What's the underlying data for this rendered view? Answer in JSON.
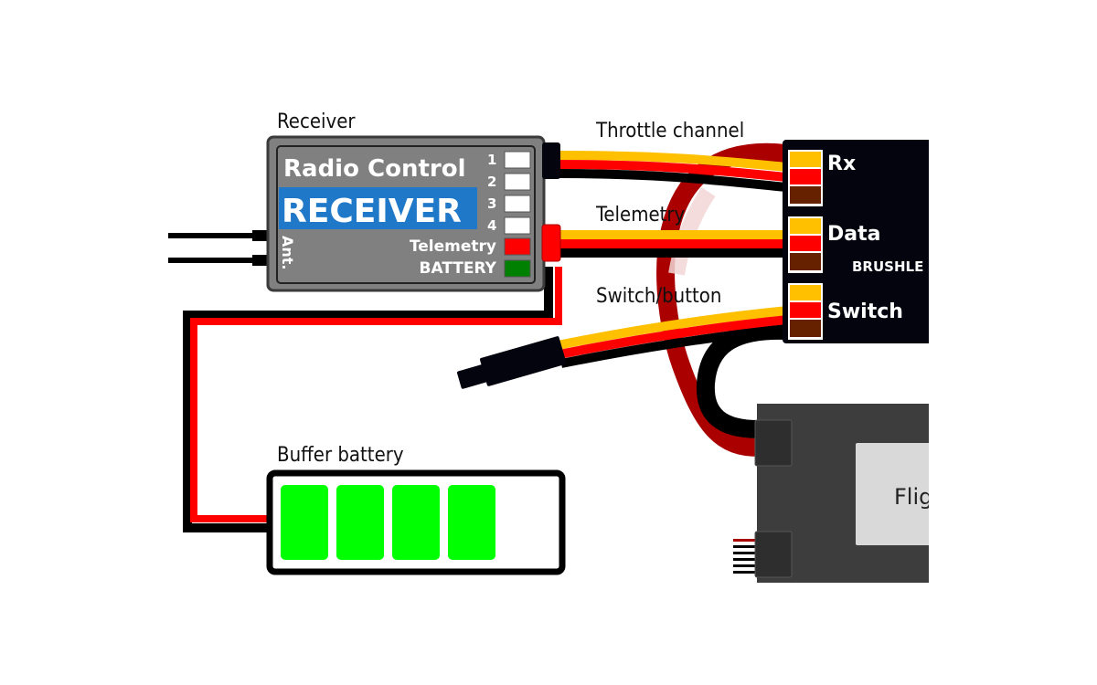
{
  "labels": {
    "receiver": "Receiver",
    "throttle_channel": "Throttle channel",
    "telemetry": "Telemetry",
    "switch_button": "Switch/button",
    "buffer_battery": "Buffer battery"
  },
  "receiver": {
    "title_line1": "Radio Control",
    "title_line2": "RECEIVER",
    "antenna_label": "Ant.",
    "channels": [
      "1",
      "2",
      "3",
      "4"
    ],
    "telemetry_port": "Telemetry",
    "battery_port": "BATTERY"
  },
  "esc": {
    "ports": [
      "Rx",
      "Data",
      "Switch"
    ],
    "name_partial": "BRUSHLE"
  },
  "flight_controller": {
    "label_partial": "Flig"
  },
  "battery": {
    "cells_filled": 4,
    "cells_total": 5
  },
  "colors": {
    "signal": "#ffc000",
    "power": "#ff0000",
    "ground": "#000000",
    "esc_signal": "#ffc000",
    "esc_power": "#ff0000",
    "esc_ground": "#662200",
    "telemetry_port": "#ff0000",
    "battery_port": "#008000",
    "battery_cell": "#00ff00",
    "receiver_blue": "#1f78c8",
    "power_lead": "#aa0000"
  }
}
